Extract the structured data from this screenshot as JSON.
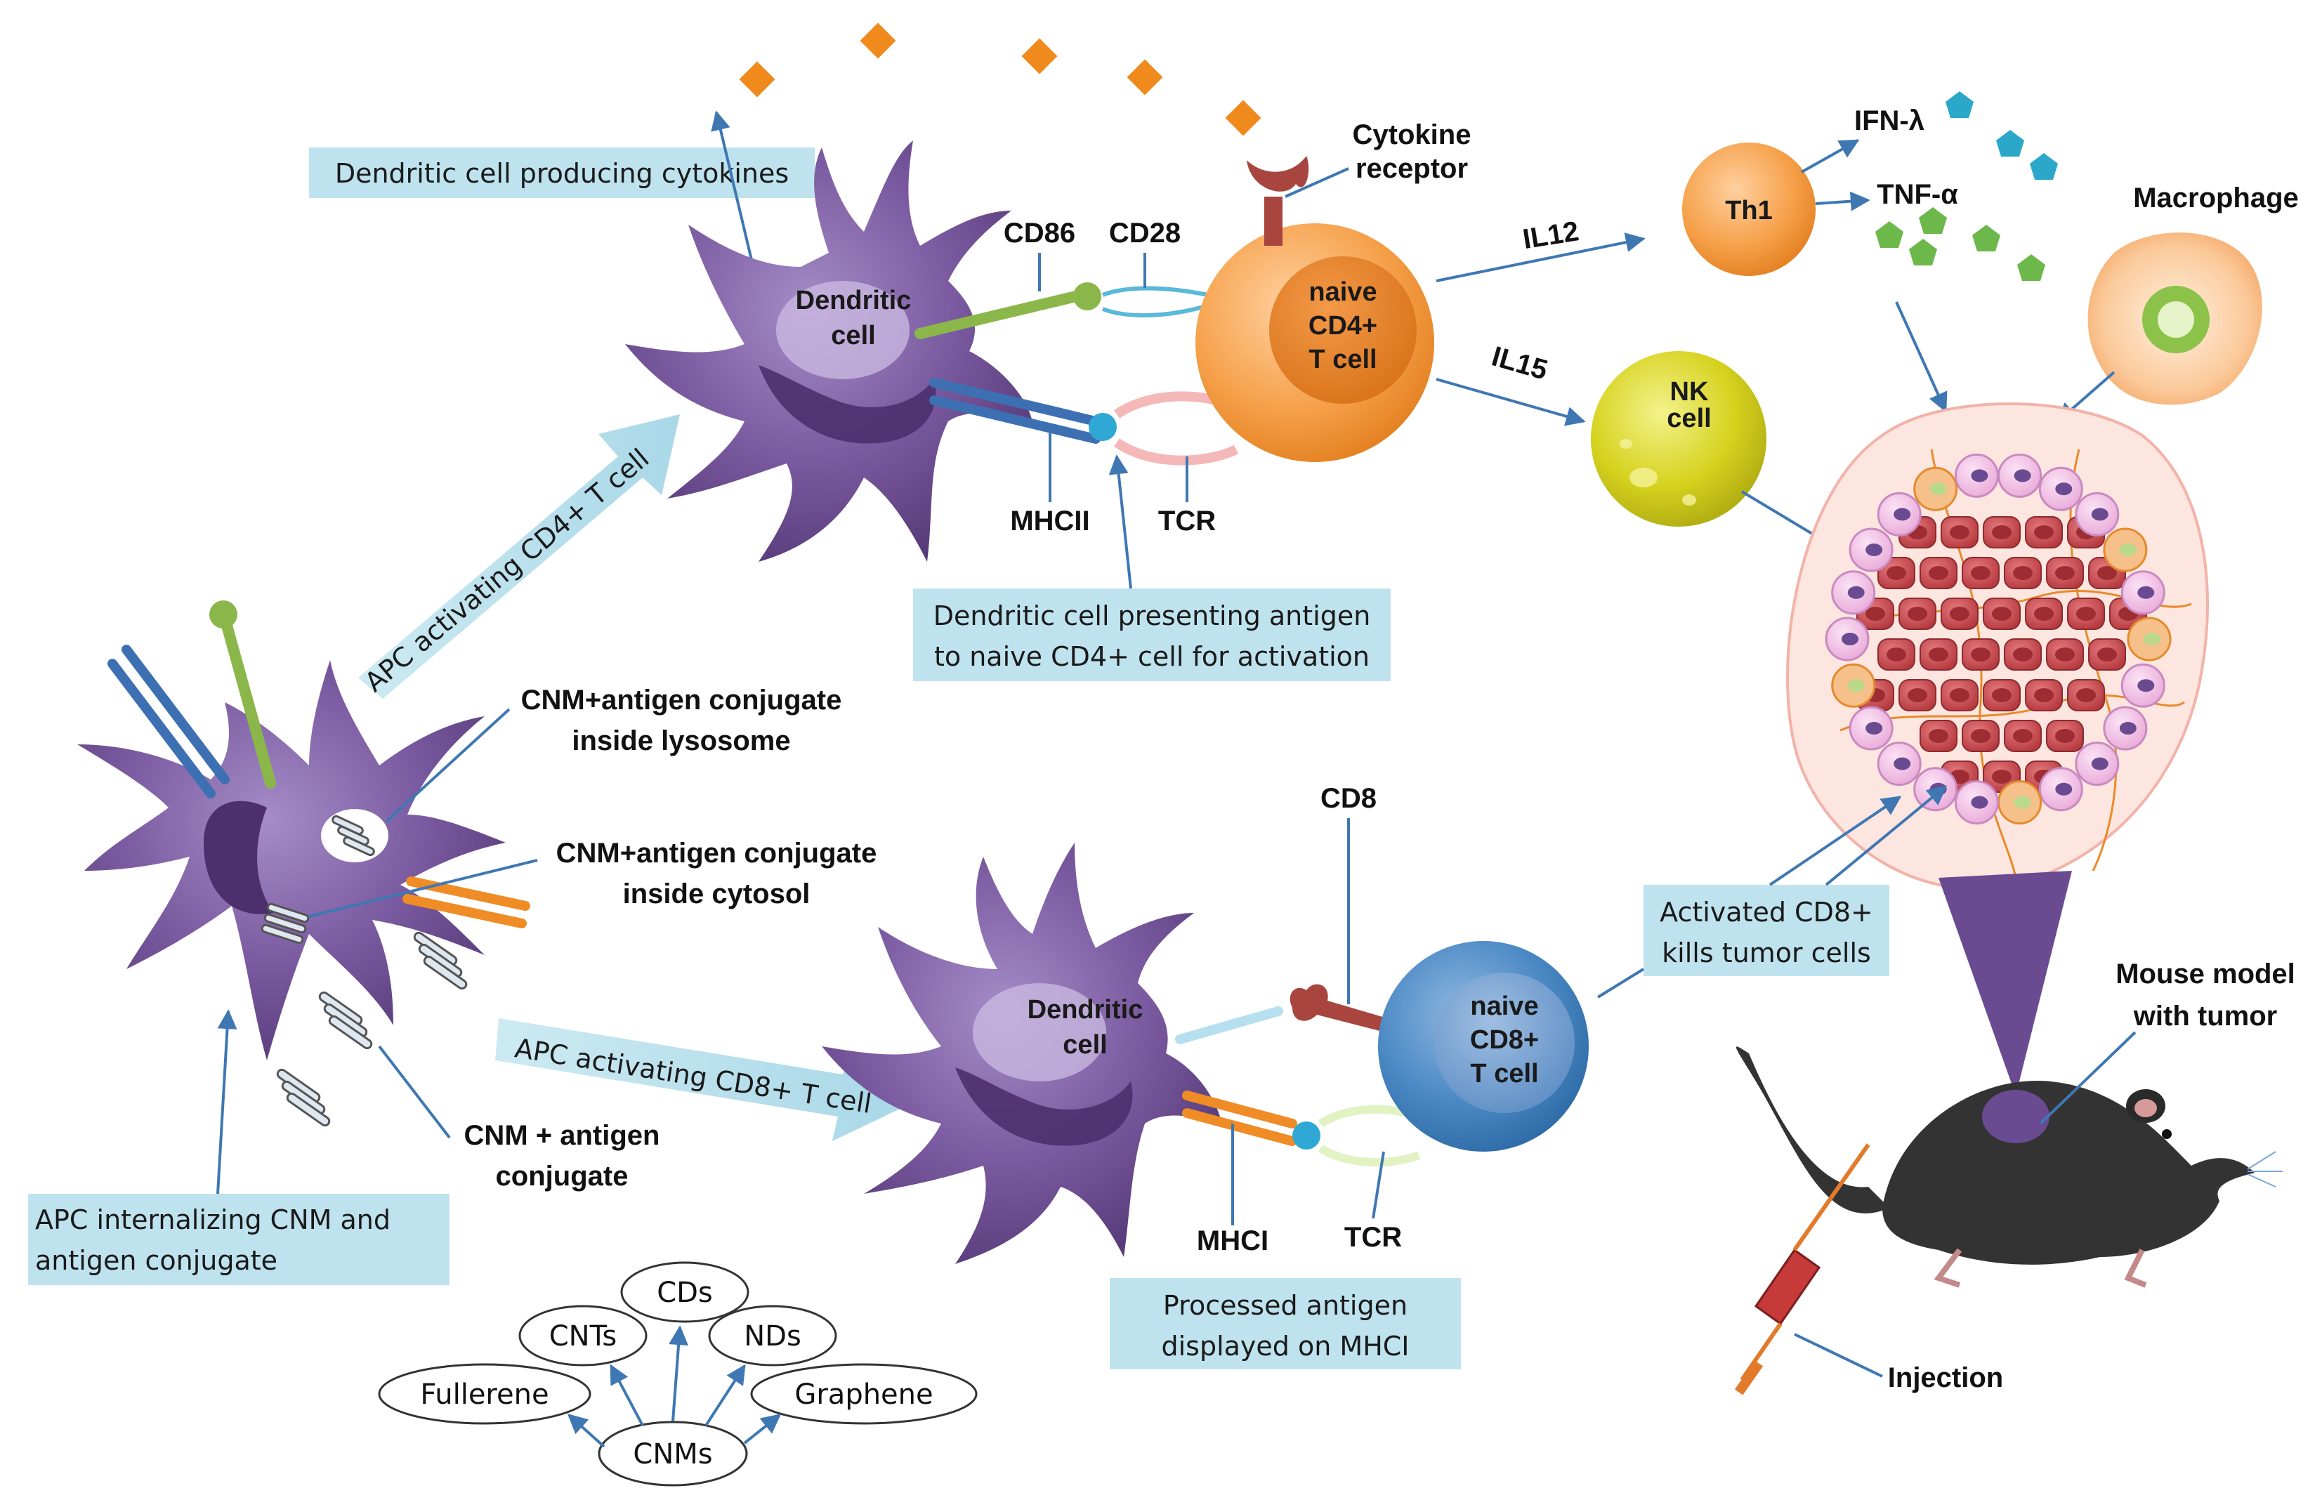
{
  "boxes": {
    "dc_cytokines": "Dendritic cell producing cytokines",
    "dc_presenting_1": "Dendritic cell presenting antigen",
    "dc_presenting_2": "to naive CD4+ cell for activation",
    "apc_internalizing_1": "APC internalizing CNM and",
    "apc_internalizing_2": "antigen conjugate",
    "processed_1": "Processed antigen",
    "processed_2": "displayed on MHCI",
    "activated_1": "Activated CD8+",
    "activated_2": "kills tumor cells"
  },
  "block_arrows": {
    "cd4": "APC activating CD4+ T cell",
    "cd8": "APC activating CD8+ T cell"
  },
  "cells": {
    "dendritic_top_1": "Dendritic",
    "dendritic_top_2": "cell",
    "dendritic_bottom_1": "Dendritic",
    "dendritic_bottom_2": "cell",
    "cd4_1": "naive",
    "cd4_2": "CD4+",
    "cd4_3": "T cell",
    "cd8_1": "naive",
    "cd8_2": "CD8+",
    "cd8_3": "T cell",
    "th1": "Th1",
    "nk_1": "NK",
    "nk_2": "cell"
  },
  "labels": {
    "cd86": "CD86",
    "cd28": "CD28",
    "mhcii": "MHCII",
    "tcr_top": "TCR",
    "cytokine_1": "Cytokine",
    "cytokine_2": "receptor",
    "il12": "IL12",
    "il15": "IL15",
    "ifn": "IFN-λ",
    "tnf": "TNF-α",
    "macrophage": "Macrophage",
    "cd8": "CD8",
    "mhci": "MHCI",
    "tcr_bottom": "TCR",
    "lysosome_1": "CNM+antigen conjugate",
    "lysosome_2": "inside lysosome",
    "cytosol_1": "CNM+antigen conjugate",
    "cytosol_2": "inside cytosol",
    "conjugate_1": "CNM + antigen",
    "conjugate_2": "conjugate",
    "mouse_1": "Mouse model",
    "mouse_2": "with tumor",
    "injection": "Injection"
  },
  "cnm_types": {
    "center": "CNMs",
    "items": [
      "CDs",
      "CNTs",
      "NDs",
      "Fullerene",
      "Graphene"
    ]
  },
  "colors": {
    "dendritic_cell": "#6b4a8f",
    "cd4_t_cell": "#f39a3e",
    "cd8_t_cell": "#3d7bb8",
    "nk_cell": "#d2cf1c",
    "label_box": "#bfe3ee",
    "arrow": "#3f77b3",
    "cytokine_diamond": "#f08a1c",
    "ifn_pentagon": "#2aa7c9",
    "tnf_pentagon": "#6db84a",
    "tumor_cell": "#c94a4f"
  }
}
